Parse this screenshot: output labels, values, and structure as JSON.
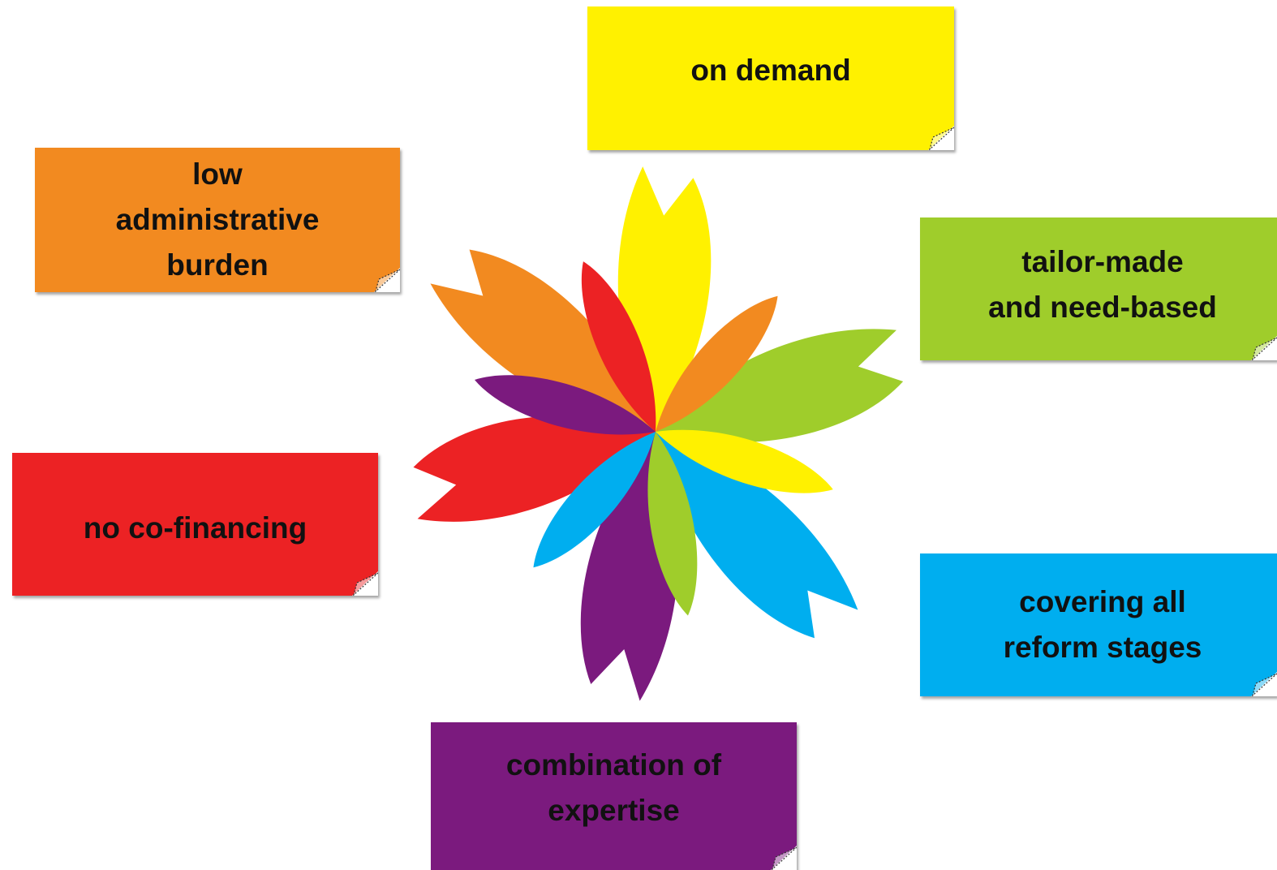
{
  "diagram": {
    "notes": [
      {
        "id": "on-demand",
        "label": "on demand",
        "color": "#fff100"
      },
      {
        "id": "low-admin",
        "label": "low\nadministrative\nburden",
        "color": "#f28a20"
      },
      {
        "id": "tailor",
        "label": "tailor-made\nand need-based",
        "color": "#9fcd2b"
      },
      {
        "id": "no-cofin",
        "label": "no co-financing",
        "color": "#ec2224"
      },
      {
        "id": "covering",
        "label": "covering all\nreform stages",
        "color": "#00aeef"
      },
      {
        "id": "combination",
        "label": "combination of\nexpertise",
        "color": "#7b1a7e"
      }
    ],
    "flower": {
      "petal_colors": {
        "yellow": "#fff100",
        "orange": "#f28a20",
        "green": "#9fcd2b",
        "red": "#ec2224",
        "blue": "#00aeef",
        "purple": "#7b1a7e"
      }
    }
  }
}
